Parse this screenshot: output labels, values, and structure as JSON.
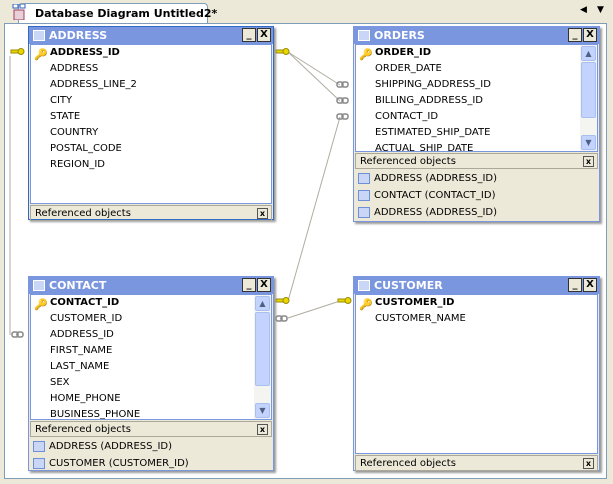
{
  "tab": {
    "title": "Database Diagram Untitled2*"
  },
  "nav": {
    "left": "◀",
    "right": "▼"
  },
  "tables": [
    {
      "name": "ADDRESS",
      "selected": true,
      "pk": "ADDRESS_ID",
      "columns": [
        "ADDRESS",
        "ADDRESS_LINE_2",
        "CITY",
        "STATE",
        "COUNTRY",
        "POSTAL_CODE",
        "REGION_ID"
      ],
      "scrollbar": false,
      "referenced_label": "Referenced objects",
      "referenced": []
    },
    {
      "name": "ORDERS",
      "pk": "ORDER_ID",
      "columns": [
        "ORDER_DATE",
        "SHIPPING_ADDRESS_ID",
        "BILLING_ADDRESS_ID",
        "CONTACT_ID",
        "ESTIMATED_SHIP_DATE",
        "ACTUAL_SHIP_DATE"
      ],
      "scrollbar": true,
      "referenced_label": "Referenced objects",
      "referenced": [
        "ADDRESS (ADDRESS_ID)",
        "CONTACT (CONTACT_ID)",
        "ADDRESS (ADDRESS_ID)"
      ]
    },
    {
      "name": "CONTACT",
      "pk": "CONTACT_ID",
      "columns": [
        "CUSTOMER_ID",
        "ADDRESS_ID",
        "FIRST_NAME",
        "LAST_NAME",
        "SEX",
        "HOME_PHONE",
        "BUSINESS_PHONE"
      ],
      "scrollbar": true,
      "referenced_label": "Referenced objects",
      "referenced": [
        "ADDRESS (ADDRESS_ID)",
        "CUSTOMER (CUSTOMER_ID)"
      ]
    },
    {
      "name": "CUSTOMER",
      "pk": "CUSTOMER_ID",
      "columns": [
        "CUSTOMER_NAME"
      ],
      "scrollbar": false,
      "referenced_label": "Referenced objects",
      "referenced": []
    }
  ],
  "buttons": {
    "minimize": "_",
    "close": "X",
    "ref_close": "x",
    "scroll_up": "▲",
    "scroll_down": "▼"
  },
  "colors": {
    "title_bar": "#7a96df",
    "key": "#e8d800",
    "line": "#b0aca0"
  }
}
